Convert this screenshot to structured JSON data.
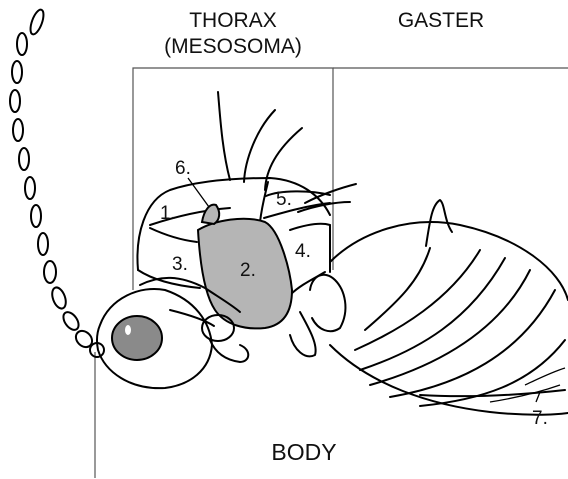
{
  "headings": {
    "thorax": "THORAX",
    "mesosoma": "(MESOSOMA)",
    "gaster": "GASTER",
    "body": "BODY"
  },
  "parts": {
    "p1": "1.",
    "p2": "2.",
    "p3": "3.",
    "p4": "4.",
    "p5": "5.",
    "p6": "6.",
    "p7": "7."
  },
  "colors": {
    "mesopleuron_fill": "#b5b5b5",
    "eye_fill": "#8a8a8a",
    "outline": "#000000"
  }
}
